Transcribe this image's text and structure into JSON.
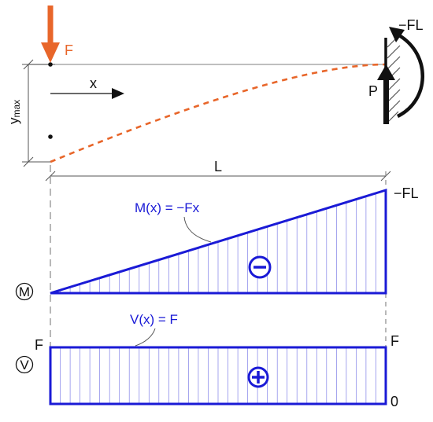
{
  "colors": {
    "load": "#e8662a",
    "diagram": "#1a1ad6",
    "line": "#111111",
    "dim": "#555555",
    "axis": "#888888"
  },
  "icons": {
    "moment_sign": "minus-circle-icon",
    "shear_sign": "plus-circle-icon",
    "support": "fixed-wall-icon"
  },
  "beam": {
    "force_label": "F",
    "moment_label": "−FL",
    "reaction_label": "P",
    "x_label": "x",
    "length_label": "L",
    "ymax_main": "y",
    "ymax_sub": "max"
  },
  "moment_diagram": {
    "badge": "M",
    "equation": "M(x) = −Fx",
    "end_value": "−FL",
    "sign": "−"
  },
  "shear_diagram": {
    "badge": "V",
    "equation": "V(x) = F",
    "left_value": "F",
    "right_value": "F",
    "zero_value": "0",
    "sign": "+"
  }
}
